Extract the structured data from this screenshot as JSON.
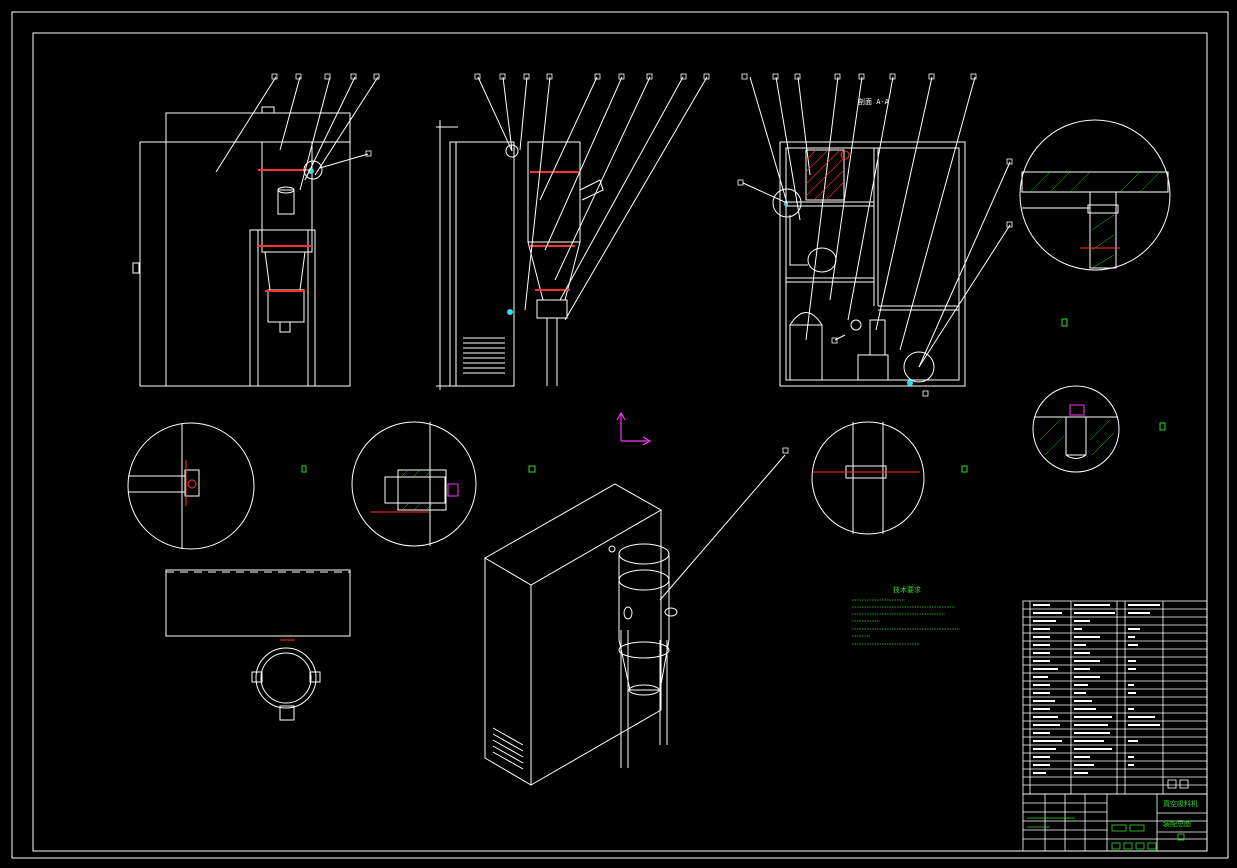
{
  "drawing": {
    "colors": {
      "background": "#000000",
      "line": "#ffffff",
      "dimension": "#ff3030",
      "hatch": "#2bdc2b",
      "hidden": "#ff30ff",
      "center": "#2bdc2b",
      "cyan": "#33dddd"
    },
    "labels": {
      "top_section_label": "剖面 A-A",
      "tech_req_title": "技术要求"
    },
    "title_block": {
      "product_name": "真空吸料机",
      "drawing_type": "装配总图"
    }
  }
}
